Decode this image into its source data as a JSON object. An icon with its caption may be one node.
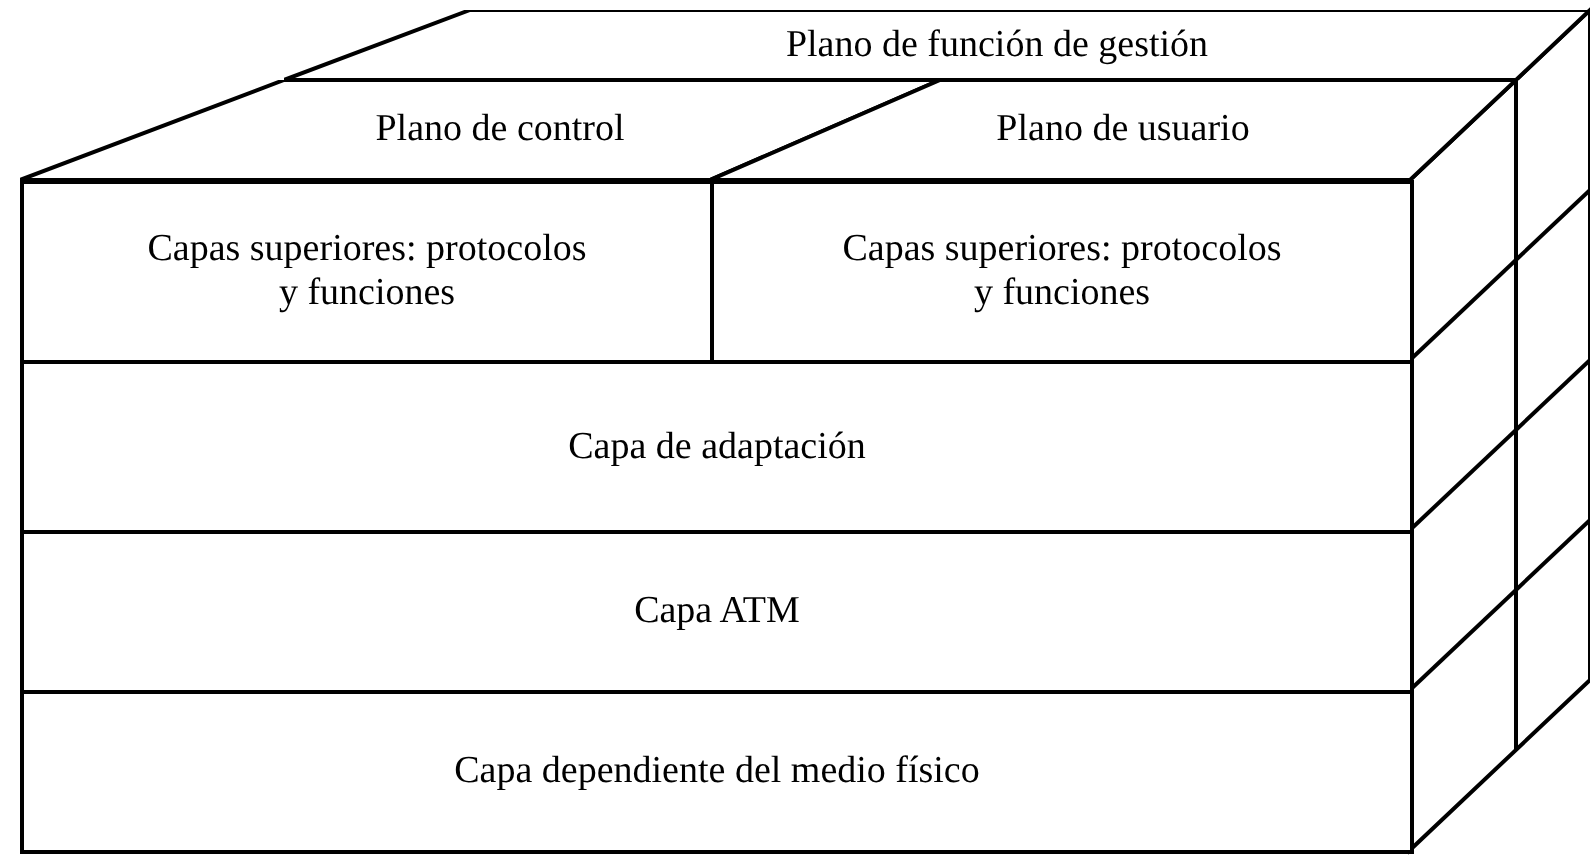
{
  "diagram": {
    "nodes": [
      {
        "text": [
          "Plano de función de gestión"
        ]
      },
      {
        "text": [
          "Plano de control"
        ]
      },
      {
        "text": [
          "Plano de usuario"
        ]
      },
      {
        "text": [
          "Capas superiores: protocolos y funciones"
        ]
      },
      {
        "text": [
          "Capas superiores: protocolos y funciones"
        ]
      },
      {
        "text": [
          "Capa de adaptación"
        ]
      },
      {
        "text": [
          "Capa ATM"
        ]
      },
      {
        "text": [
          "Capa dependiente del medio físico"
        ]
      }
    ]
  }
}
